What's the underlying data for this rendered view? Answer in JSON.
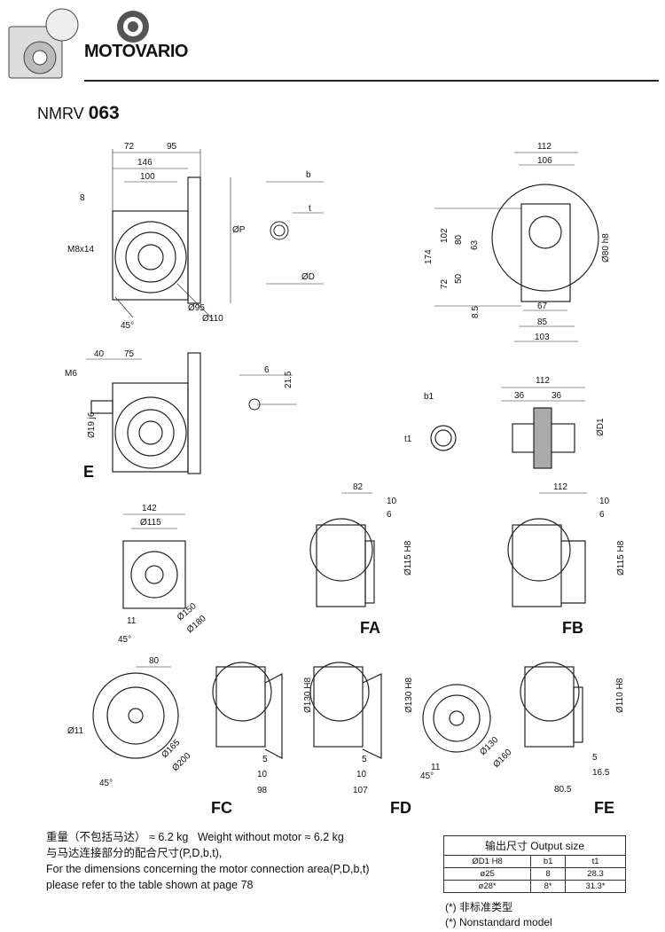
{
  "brand": {
    "name": "MOTOVARIO"
  },
  "model": {
    "prefix": "NMRV",
    "number": "063"
  },
  "views": {
    "main": {
      "d72": "72",
      "d95": "95",
      "d146": "146",
      "d100": "100",
      "d8": "8",
      "m8": "M8x14",
      "angle": "45°",
      "dia95": "Ø95",
      "dia110": "Ø110",
      "dp": "ØP"
    },
    "key1": {
      "b": "b",
      "t": "t",
      "d": "ØD"
    },
    "side": {
      "d112": "112",
      "d106": "106",
      "d174": "174",
      "d102": "102",
      "d80": "80",
      "d63": "63",
      "d72": "72",
      "d50": "50",
      "d8_5": "8.5",
      "d67": "67",
      "d85": "85",
      "d103": "103",
      "dia80": "Ø80 h8"
    },
    "e": {
      "d40": "40",
      "d75": "75",
      "m6": "M6",
      "dia19": "Ø19 j6",
      "label": "E"
    },
    "key2": {
      "d6": "6",
      "d21_5": "21.5"
    },
    "hollow": {
      "b1": "b1",
      "t1": "t1",
      "d112": "112",
      "d36a": "36",
      "d36b": "36",
      "d1": "ØD1"
    },
    "flange1": {
      "d142": "142",
      "dia115": "Ø115",
      "d11": "11",
      "angle": "45°",
      "dia150": "Ø150",
      "dia180": "Ø180"
    },
    "fa": {
      "d82": "82",
      "d10": "10",
      "d6": "6",
      "dia": "Ø115 H8",
      "label": "FA"
    },
    "fb": {
      "d112": "112",
      "d10": "10",
      "d6": "6",
      "dia": "Ø115 H8",
      "label": "FB"
    },
    "flange2": {
      "d80": "80",
      "d11": "Ø11",
      "angle": "45°",
      "dia165": "Ø165",
      "dia200": "Ø200"
    },
    "fc": {
      "dia": "Ø130 H8",
      "d5": "5",
      "d10": "10",
      "d98": "98",
      "label": "FC"
    },
    "fd": {
      "dia": "Ø130 H8",
      "d5": "5",
      "d10": "10",
      "d107": "107",
      "label": "FD"
    },
    "flange3": {
      "d11": "11",
      "angle": "45°",
      "dia130": "Ø130",
      "dia160": "Ø160"
    },
    "fe": {
      "dia": "Ø110 H8",
      "d5": "5",
      "d16_5": "16.5",
      "d80_5": "80.5",
      "label": "FE"
    }
  },
  "notes": {
    "weight_cn": "重量（不包括马达）",
    "weight_cn_value": "≈ 6.2 kg",
    "weight_en": "Weight without motor",
    "weight_en_value": "≈ 6.2 kg",
    "conn_cn": "与马达连接部分的配合尺寸(P,D,b,t),",
    "conn_en1": "For the dimensions concerning the motor connection area(P,D,b,t)",
    "conn_en2": "please refer to the table shown at page 78"
  },
  "output_table": {
    "title": "输出尺寸 Output size",
    "headers": [
      "ØD1 H8",
      "b1",
      "t1"
    ],
    "rows": [
      [
        "ø25",
        "8",
        "28.3"
      ],
      [
        "ø28*",
        "8*",
        "31.3*"
      ]
    ]
  },
  "footnotes": {
    "cn": "(*) 非标准类型",
    "en": "(*) Nonstandard model"
  }
}
